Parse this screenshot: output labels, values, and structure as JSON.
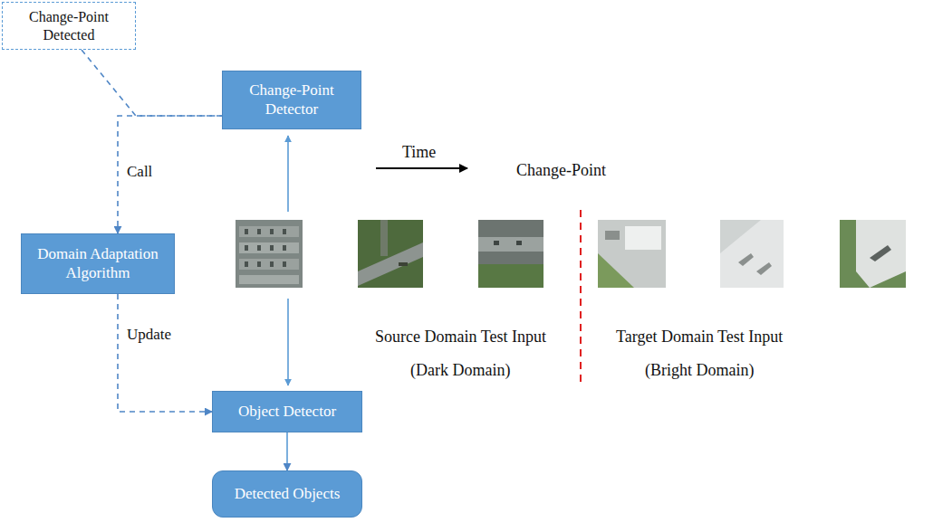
{
  "diagram": {
    "nodes": [
      {
        "text": [
          "Change-Point Detected"
        ]
      },
      {
        "text": [
          "Change-Point Detector"
        ]
      },
      {
        "text": [
          "Domain Adaptation Algorithm"
        ]
      },
      {
        "text": [
          "Object Detector"
        ]
      },
      {
        "text": [
          "Detected Objects"
        ]
      }
    ],
    "edges": [
      {
        "from": 1,
        "to": 2,
        "arrow": "to",
        "label": "Call"
      },
      {
        "from": 2,
        "to": 3,
        "arrow": "to",
        "label": "Update"
      },
      {
        "from": 3,
        "to": 4,
        "arrow": "to"
      },
      {
        "from": 0,
        "to": 1,
        "arrow": "none"
      }
    ],
    "labels": [
      "Time",
      "Change-Point",
      "Source Domain Test Input",
      "(Dark Domain)",
      "Target Domain Test Input",
      "(Bright Domain)"
    ]
  }
}
